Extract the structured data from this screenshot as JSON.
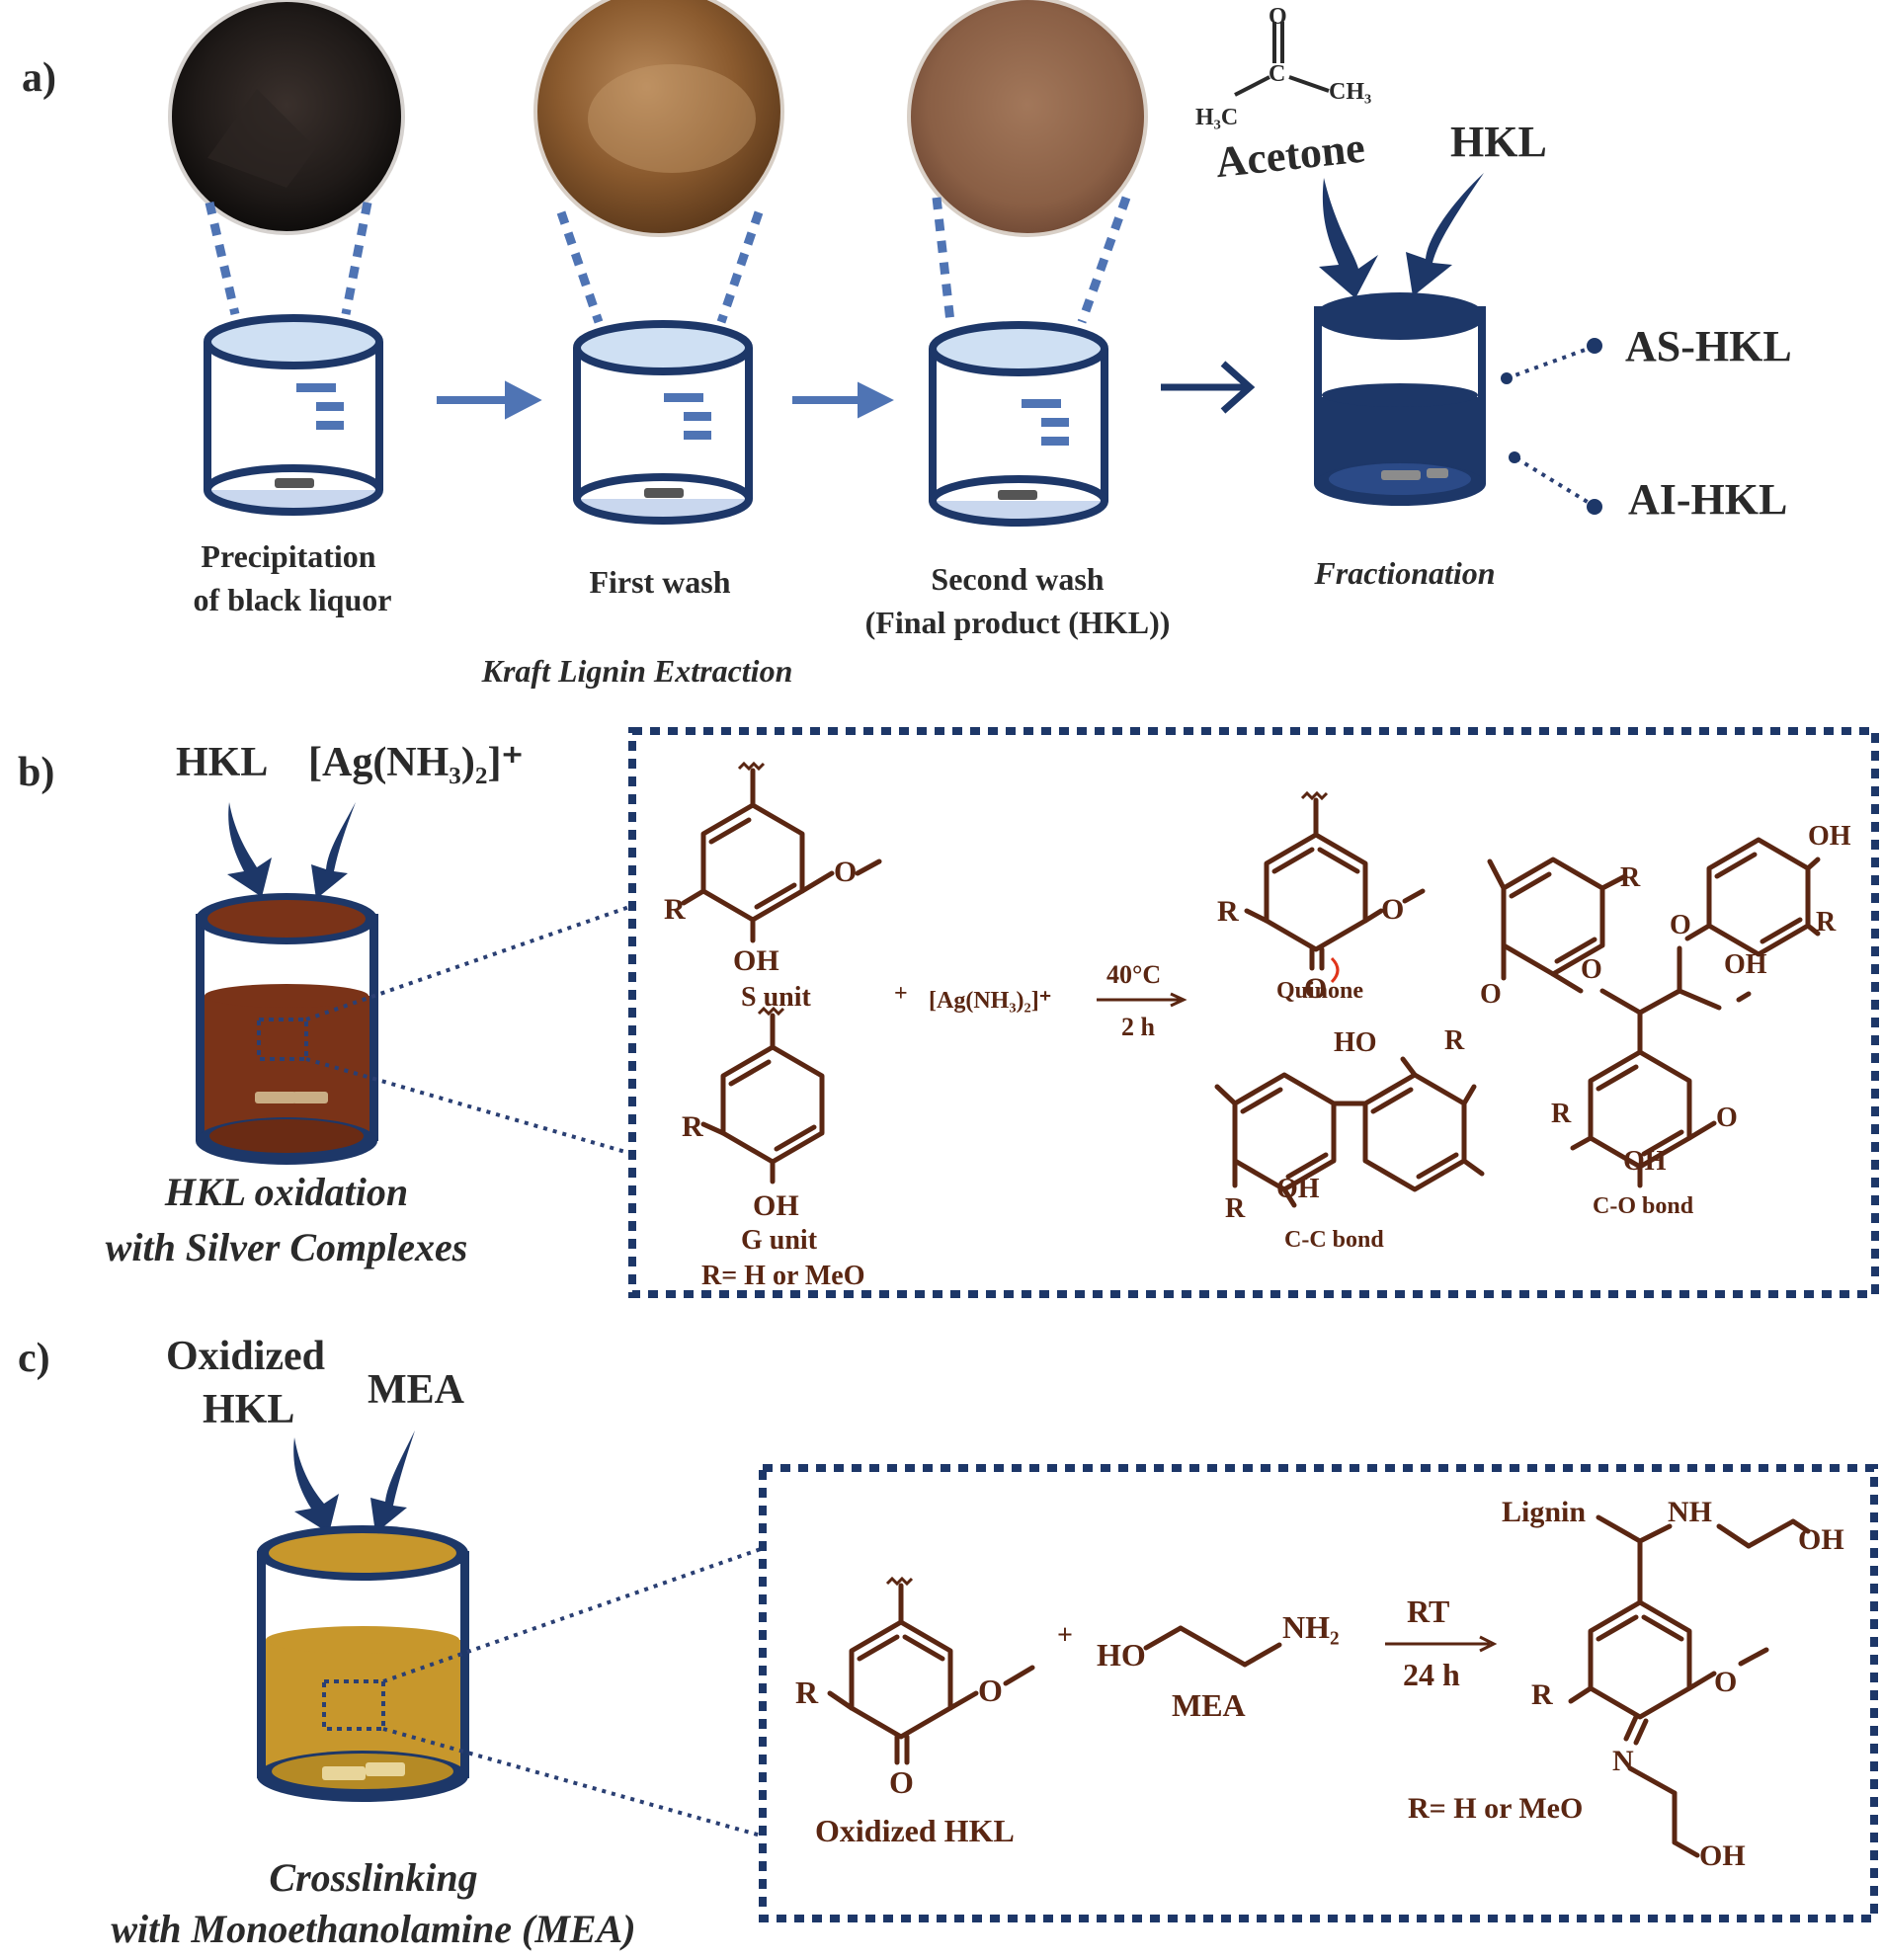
{
  "panel_a": {
    "tag": "a)",
    "stage1": {
      "line1": "Precipitation",
      "line2": "of black liquor"
    },
    "stage2": {
      "line1": "First wash"
    },
    "stage3": {
      "line1": "Second wash",
      "line2": "(Final product (HKL))"
    },
    "stage4": {
      "line1": "Fractionation"
    },
    "group_caption": "Kraft Lignin Extraction",
    "acetone": {
      "name": "Acetone",
      "h3c": "H₃C",
      "ch3": "CH₃",
      "c": "C",
      "o": "O"
    },
    "hkl_input": "HKL",
    "outputs": [
      "AS-HKL",
      "AI-HKL"
    ]
  },
  "panel_b": {
    "tag": "b)",
    "input1": "HKL",
    "input2": "[Ag(NH₃)₂]⁺",
    "caption_line1": "HKL oxidation",
    "caption_line2": "with Silver Complexes",
    "reaction": {
      "s_unit": "S unit",
      "g_unit": "G unit",
      "r_def": "R= H or MeO",
      "plus": "+",
      "reagent": "[Ag(NH₃)₂]⁺",
      "temp": "40°C",
      "time": "2 h",
      "quinone": "Quinone",
      "cc_bond": "C-C bond",
      "co_bond": "C-O bond",
      "atoms": {
        "R": "R",
        "OH": "OH",
        "O": "O",
        "HO": "HO"
      }
    }
  },
  "panel_c": {
    "tag": "c)",
    "input1_line1": "Oxidized",
    "input1_line2": "HKL",
    "input2": "MEA",
    "caption_line1": "Crosslinking",
    "caption_line2": "with Monoethanolamine (MEA)",
    "reaction": {
      "oxidized_hkl": "Oxidized HKL",
      "plus": "+",
      "ho": "HO",
      "nh2": "NH₂",
      "mea": "MEA",
      "condition1": "RT",
      "condition2": "24 h",
      "lignin": "Lignin",
      "nh": "NH",
      "oh": "OH",
      "n": "N",
      "r": "R",
      "o": "O",
      "r_def": "R= H or MeO"
    }
  },
  "colors": {
    "navy": "#1d3768",
    "light_blue": "#4f74b4",
    "brown": "#5a2612",
    "liquid_brown": "#7a3318",
    "liquid_gold": "#c7972c"
  }
}
